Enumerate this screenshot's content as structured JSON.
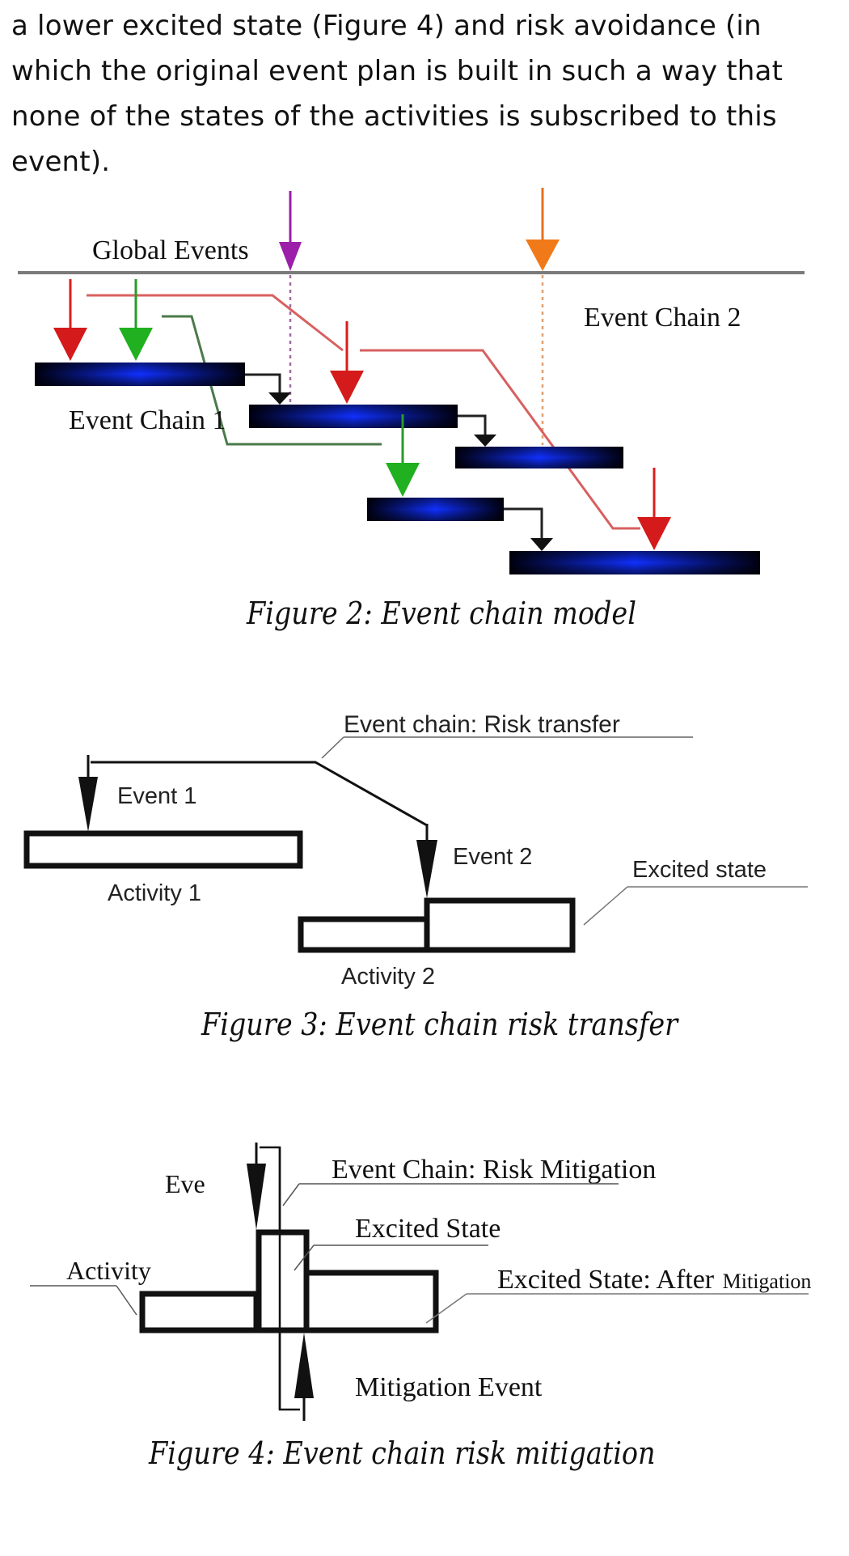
{
  "paragraph": {
    "lines": [
      "a lower excited state (Figure 4) and risk avoidance (in",
      "which the original event plan is built in such a way that",
      "none of the states of the activities is subscribed to this",
      "event)."
    ]
  },
  "figure2": {
    "caption": "Figure 2:  Event chain model",
    "labels": {
      "global_events": "Global Events",
      "event_chain_1": "Event Chain 1",
      "event_chain_2": "Event Chain 2"
    },
    "colors": {
      "global_line": "#7a7a7a",
      "bar": "#0a1aa8",
      "global_event_1": "#9b1fa8",
      "global_event_2": "#f07a1a",
      "chain_red": "#d81e1e",
      "chain_green": "#22b022",
      "connector": "#111111"
    }
  },
  "figure3": {
    "caption": "Figure 3: Event chain risk transfer",
    "labels": {
      "chain": "Event chain: Risk transfer",
      "event1": "Event 1",
      "event2": "Event 2",
      "activity1": "Activity 1",
      "activity2": "Activity 2",
      "excited_state": "Excited state"
    }
  },
  "figure4": {
    "caption": "Figure 4: Event chain risk mitigation",
    "labels": {
      "event": "Eve",
      "chain": "Event Chain: Risk Mitigation",
      "excited_state": "Excited State",
      "activity": "Activity",
      "after_mitigation_main": "Excited State: After",
      "after_mitigation_small": "Mitigation",
      "mitigation_event": "Mitigation Event"
    }
  }
}
